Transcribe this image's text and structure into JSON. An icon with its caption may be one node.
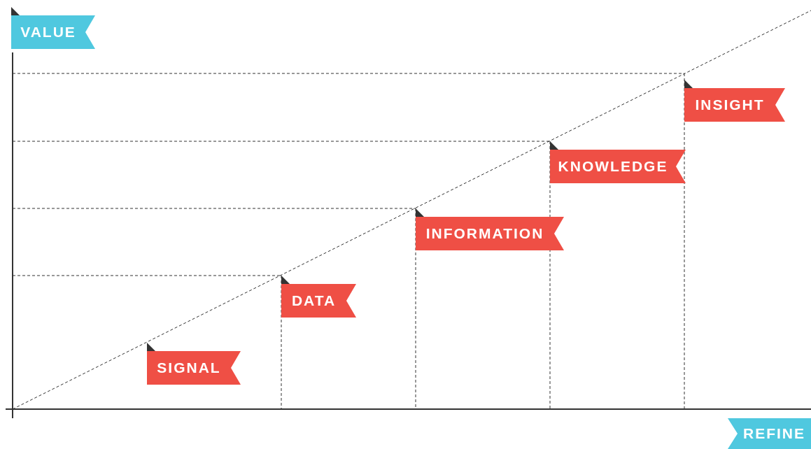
{
  "diagram": {
    "nodes": [
      {
        "text": [
          "VALUE"
        ]
      },
      {
        "text": [
          "SIGNAL"
        ]
      },
      {
        "text": [
          "DATA"
        ]
      },
      {
        "text": [
          "INFORMATION"
        ]
      },
      {
        "text": [
          "KNOWLEDGE"
        ]
      },
      {
        "text": [
          "INSIGHT"
        ]
      },
      {
        "text": [
          "REFINE"
        ]
      }
    ]
  }
}
